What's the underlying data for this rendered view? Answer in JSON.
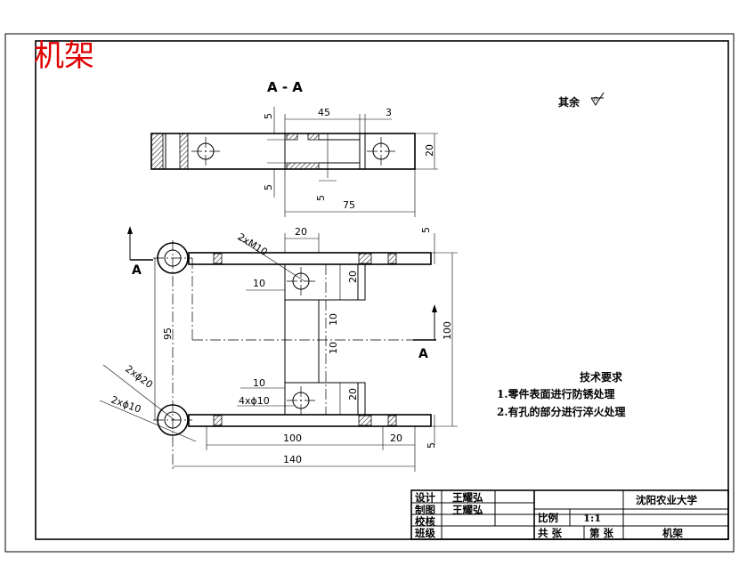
{
  "stamp_title": "机架",
  "section": {
    "label": "A - A",
    "cut_marker_left": "A",
    "cut_marker_right": "A"
  },
  "roughness_note": "其余",
  "dimensions": {
    "top_view": {
      "d45": "45",
      "d3": "3",
      "d5_top": "5",
      "d5_bottom": "5",
      "d5_mid": "5",
      "d20": "20",
      "d75": "75"
    },
    "main_view": {
      "d20_top": "20",
      "thread": "2xM10",
      "d10_upper": "10",
      "d20_right_upper": "20",
      "d10_mid_upper": "10",
      "d10_mid_lower": "10",
      "d10_lower": "10",
      "hole_4": "4xϕ10",
      "d20_right_lower": "20",
      "d95": "95",
      "d100_right": "100",
      "d5_top_right": "5",
      "d5_bottom_right": "5",
      "d100_bottom": "100",
      "d20_bottom": "20",
      "d140": "140",
      "dia20": "2xϕ20",
      "dia10": "2xϕ10"
    }
  },
  "tech_requirements": {
    "heading": "技术要求",
    "items": [
      "1.零件表面进行防锈处理",
      "2.有孔的部分进行淬火处理"
    ]
  },
  "title_block": {
    "role_design": "设计",
    "role_draw": "制图",
    "role_check": "校核",
    "role_review": "班级",
    "designer": "王耀弘",
    "drafter": "王耀弘",
    "school": "沈阳农业大学",
    "scale_label": "比例",
    "scale_value": "1:1",
    "sheets_total": "共  张",
    "sheet_no": "第  张",
    "part_name": "机架"
  }
}
